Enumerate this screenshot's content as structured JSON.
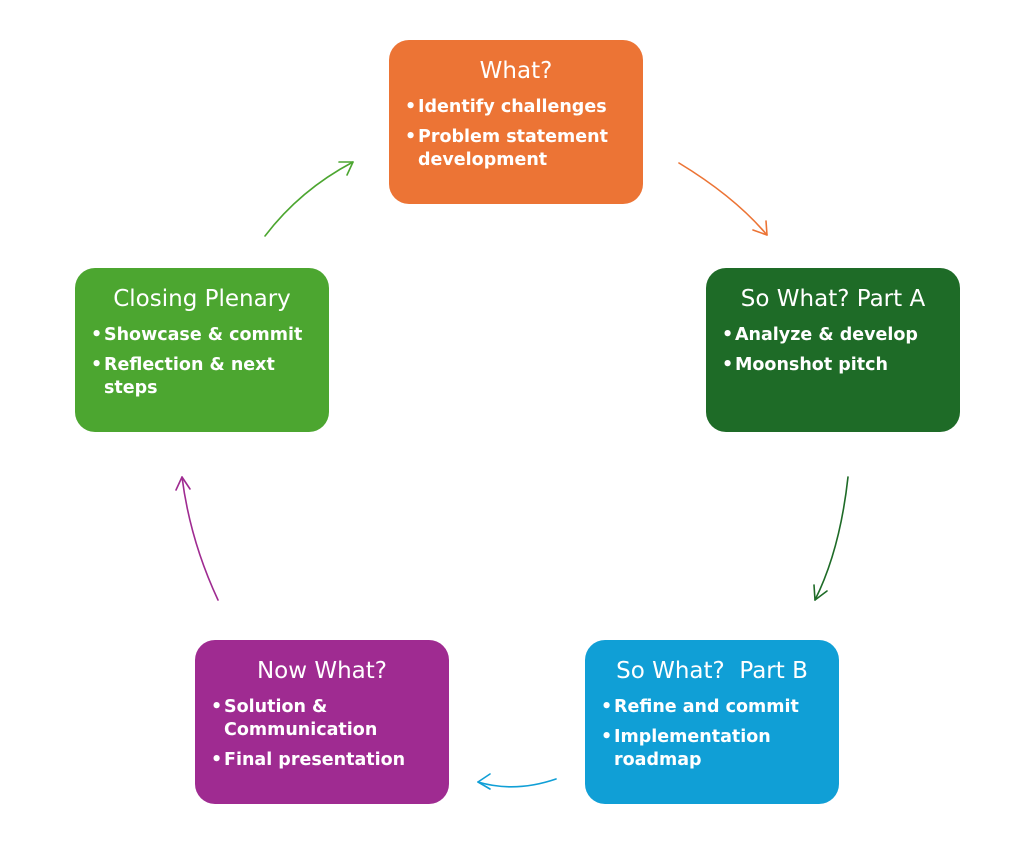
{
  "colors": {
    "what": "#ec7435",
    "sowhat_a": "#1e6b27",
    "sowhat_b": "#109fd6",
    "nowhat": "#9f2b91",
    "closing": "#4ca630"
  },
  "nodes": {
    "what": {
      "title": "What?",
      "items": [
        "Identify challenges",
        "Problem statement development"
      ]
    },
    "sowhat_a": {
      "title": "So What? Part A",
      "items": [
        "Analyze & develop",
        "Moonshot pitch"
      ]
    },
    "sowhat_b": {
      "title": "So What?  Part B",
      "items": [
        "Refine and commit",
        "Implementation roadmap"
      ]
    },
    "nowhat": {
      "title": "Now What?",
      "items": [
        "Solution & Communication",
        "Final presentation"
      ]
    },
    "closing": {
      "title": "Closing Plenary",
      "items": [
        "Showcase & commit",
        "Reflection & next steps"
      ]
    }
  },
  "edges": [
    {
      "from": "what",
      "to": "sowhat_a",
      "color": "#ec7435"
    },
    {
      "from": "sowhat_a",
      "to": "sowhat_b",
      "color": "#1e6b27"
    },
    {
      "from": "sowhat_b",
      "to": "nowhat",
      "color": "#109fd6"
    },
    {
      "from": "nowhat",
      "to": "closing",
      "color": "#9f2b91"
    },
    {
      "from": "closing",
      "to": "what",
      "color": "#4ca630"
    }
  ]
}
